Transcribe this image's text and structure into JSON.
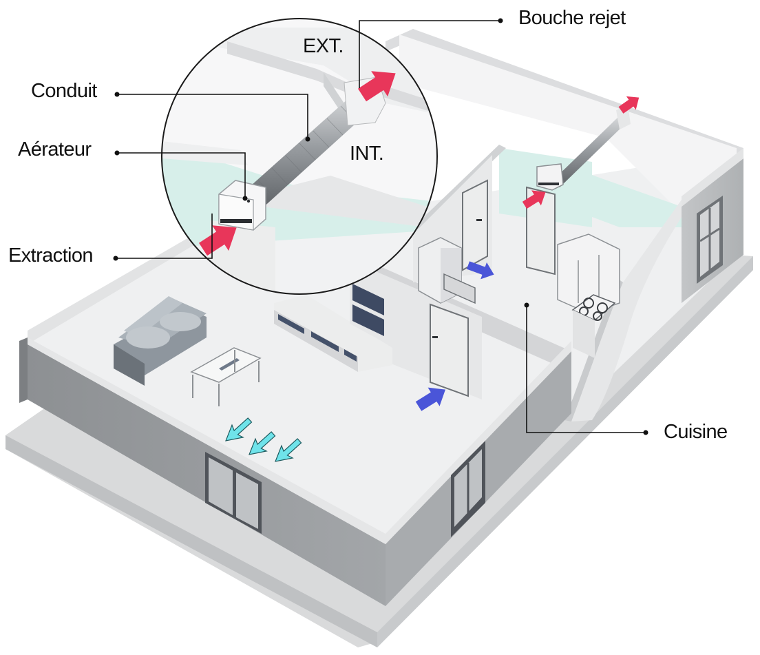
{
  "callouts": {
    "bouche_rejet": "Bouche rejet",
    "conduit": "Conduit",
    "aerateur": "Aérateur",
    "extraction": "Extraction",
    "cuisine": "Cuisine"
  },
  "inset": {
    "ext_label": "EXT.",
    "int_label": "INT."
  },
  "colors": {
    "extraction_arrow": "#e8365a",
    "fresh_air_arrow": "#6fe3ea",
    "transfer_arrow": "#4a55d8",
    "wall": "#8f9295",
    "floor": "#f1f2f3",
    "tinted_wall": "#d7efea"
  }
}
